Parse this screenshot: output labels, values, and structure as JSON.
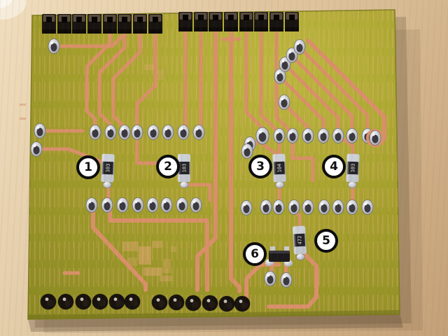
{
  "scene": {
    "kind": "photograph",
    "subject": "solder side of a yellow-green prototype PCB shield on a wooden desk with six numbered component callouts"
  },
  "colors": {
    "wood_light": "#eed9b4",
    "wood_dark": "#c4a077",
    "board": "#a5a02d",
    "board_highlight": "#bcb83e",
    "board_edge": "#76751f",
    "copper": "#d9906a",
    "copper_light": "#f0b088",
    "pad_metal": "#c9ccd3",
    "pin_black": "#17120e",
    "callout_bg": "#ffffff",
    "callout_border": "#0d0d0d",
    "callout_text": "#111111"
  },
  "callouts": [
    {
      "label": "1"
    },
    {
      "label": "2"
    },
    {
      "label": "3"
    },
    {
      "label": "4"
    },
    {
      "label": "5"
    },
    {
      "label": "6"
    }
  ],
  "components": {
    "resistors": [
      {
        "callout": "1",
        "marking": "103"
      },
      {
        "callout": "2",
        "marking": "103"
      },
      {
        "callout": "3",
        "marking": "104"
      },
      {
        "callout": "4",
        "marking": "103"
      },
      {
        "callout": "5",
        "marking": "472"
      }
    ],
    "transistor": {
      "callout": "6",
      "package": "SOT-23"
    }
  },
  "headers": {
    "top_left_pin_count": 8,
    "top_right_pin_count": 8,
    "bottom_left_pin_count": 6,
    "bottom_right_pin_count": 6
  }
}
